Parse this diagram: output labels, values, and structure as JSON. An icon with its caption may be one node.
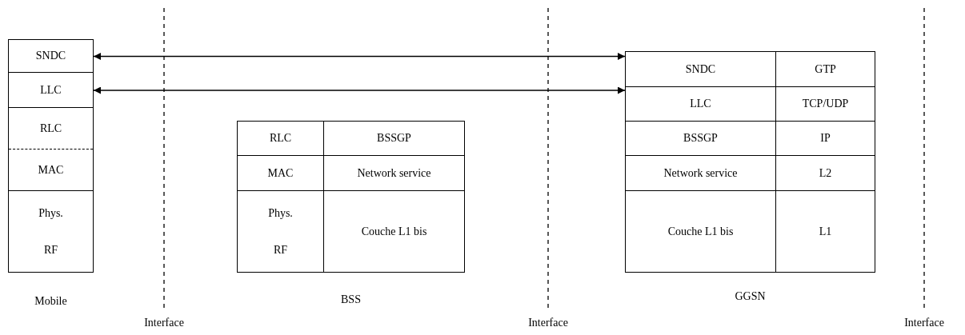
{
  "diagram": {
    "nodes": [
      {
        "text": [],
        "shape": "box",
        "beside": [
          "Mobile"
        ]
      },
      {
        "text": [
          "SNDC"
        ],
        "in": 0
      },
      {
        "text": [
          "LLC"
        ],
        "in": 0
      },
      {
        "text": [
          "RLC"
        ],
        "in": 0
      },
      {
        "text": [
          "MAC"
        ],
        "in": 0
      },
      {
        "text": [
          "Phys.",
          "RF"
        ],
        "in": 0
      },
      {
        "text": [],
        "shape": "box",
        "beside": [
          "BSS"
        ]
      },
      {
        "text": [
          "RLC"
        ],
        "in": 6
      },
      {
        "text": [
          "BSSGP"
        ],
        "in": 6
      },
      {
        "text": [
          "MAC"
        ],
        "in": 6
      },
      {
        "text": [
          "Network service"
        ],
        "in": 6
      },
      {
        "text": [
          "Phys.",
          "RF"
        ],
        "in": 6
      },
      {
        "text": [
          "Couche L1 bis"
        ],
        "in": 6
      },
      {
        "text": [],
        "shape": "box",
        "beside": [
          "GGSN"
        ]
      },
      {
        "text": [
          "SNDC"
        ],
        "in": 13
      },
      {
        "text": [
          "GTP"
        ],
        "in": 13
      },
      {
        "text": [
          "LLC"
        ],
        "in": 13
      },
      {
        "text": [
          "TCP/UDP"
        ],
        "in": 13
      },
      {
        "text": [
          "BSSGP"
        ],
        "in": 13
      },
      {
        "text": [
          "IP"
        ],
        "in": 13
      },
      {
        "text": [
          "Network service"
        ],
        "in": 13
      },
      {
        "text": [
          "L2"
        ],
        "in": 13
      },
      {
        "text": [
          "Couche L1 bis"
        ],
        "in": 13
      },
      {
        "text": [
          "L1"
        ],
        "in": 13
      }
    ],
    "edges": [
      {
        "from": 1,
        "to": 14,
        "arrow": "both"
      },
      {
        "from": 2,
        "to": 16,
        "arrow": "both"
      }
    ],
    "labels": [
      "Interface",
      "Interface",
      "Interface"
    ]
  }
}
